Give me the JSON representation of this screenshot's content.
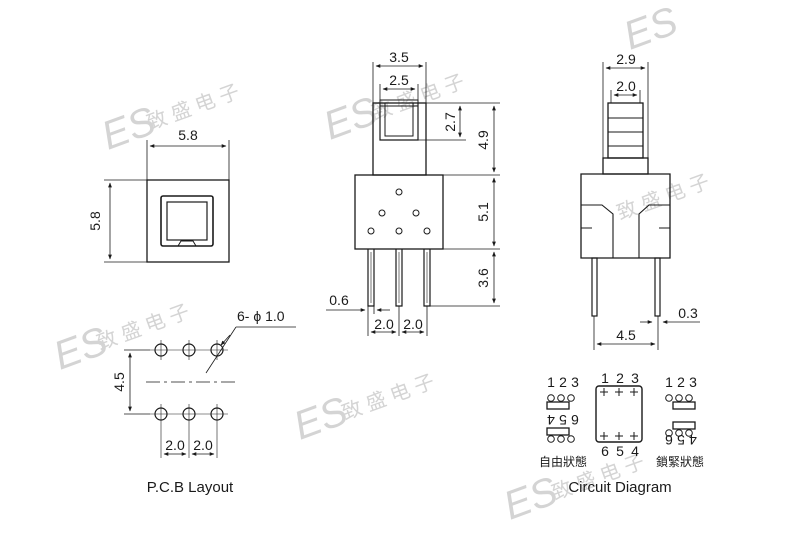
{
  "watermark": {
    "brand": "ES",
    "chinese": "致 盛 电 子"
  },
  "top_view": {
    "width": "5.8",
    "height": "5.8"
  },
  "front_view": {
    "stem_outer": "3.5",
    "stem_inner": "2.5",
    "stem_height": "2.7",
    "top_height": "4.9",
    "body_height": "5.1",
    "pin_length": "3.6",
    "pin_width": "0.6",
    "pitch_1": "2.0",
    "pitch_2": "2.0"
  },
  "side_view": {
    "width_outer": "2.9",
    "width_inner": "2.0",
    "leg_span": "4.5",
    "leg_thickness": "0.3"
  },
  "pcb": {
    "hole_label": "6- ϕ 1.0",
    "row_spacing": "4.5",
    "pitch_1": "2.0",
    "pitch_2": "2.0",
    "caption": "P.C.B Layout"
  },
  "circuit": {
    "caption": "Circuit Diagram",
    "top_nums": [
      "1",
      "2",
      "3"
    ],
    "bottom_nums": [
      "6",
      "5",
      "4"
    ],
    "left_bottom_nums": [
      "4",
      "5",
      "6"
    ],
    "right_bottom_nums": [
      "6",
      "5",
      "4"
    ],
    "free_state": "自由狀態",
    "locked_state": "鎖緊狀態"
  }
}
